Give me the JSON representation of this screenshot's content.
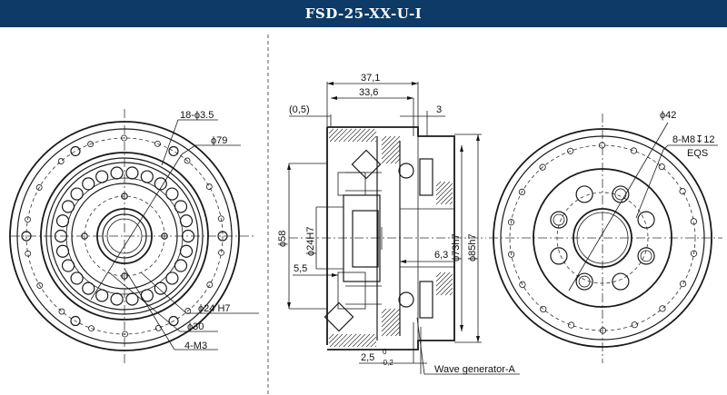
{
  "header": {
    "title": "FSD-25-XX-U-I"
  },
  "front_view": {
    "labels": {
      "holes_18": "18-ϕ3.5",
      "dia_79": "ϕ79",
      "dia_24": "ϕ24 H7",
      "dia_30": "ϕ30",
      "m3": "4-M3"
    }
  },
  "section_view": {
    "labels": {
      "dim_37_1": "37,1",
      "dim_33_6": "33,6",
      "dim_0_5": "(0,5)",
      "dim_3": "3",
      "dia_58": "ϕ58",
      "dia_24h7": "ϕ24H7",
      "dia_73h7": "ϕ73h7",
      "dia_85h7": "ϕ85h7",
      "dim_5_5": "5,5",
      "dim_6_3": "6,3",
      "dim_2_5": "2,5",
      "tol_upper": "0",
      "tol_lower": "-0,2",
      "wave_gen": "Wave generator-A"
    }
  },
  "rear_view": {
    "labels": {
      "dia_42": "ϕ42",
      "m8": "8-M8↧12",
      "eqs": "EQS"
    }
  }
}
